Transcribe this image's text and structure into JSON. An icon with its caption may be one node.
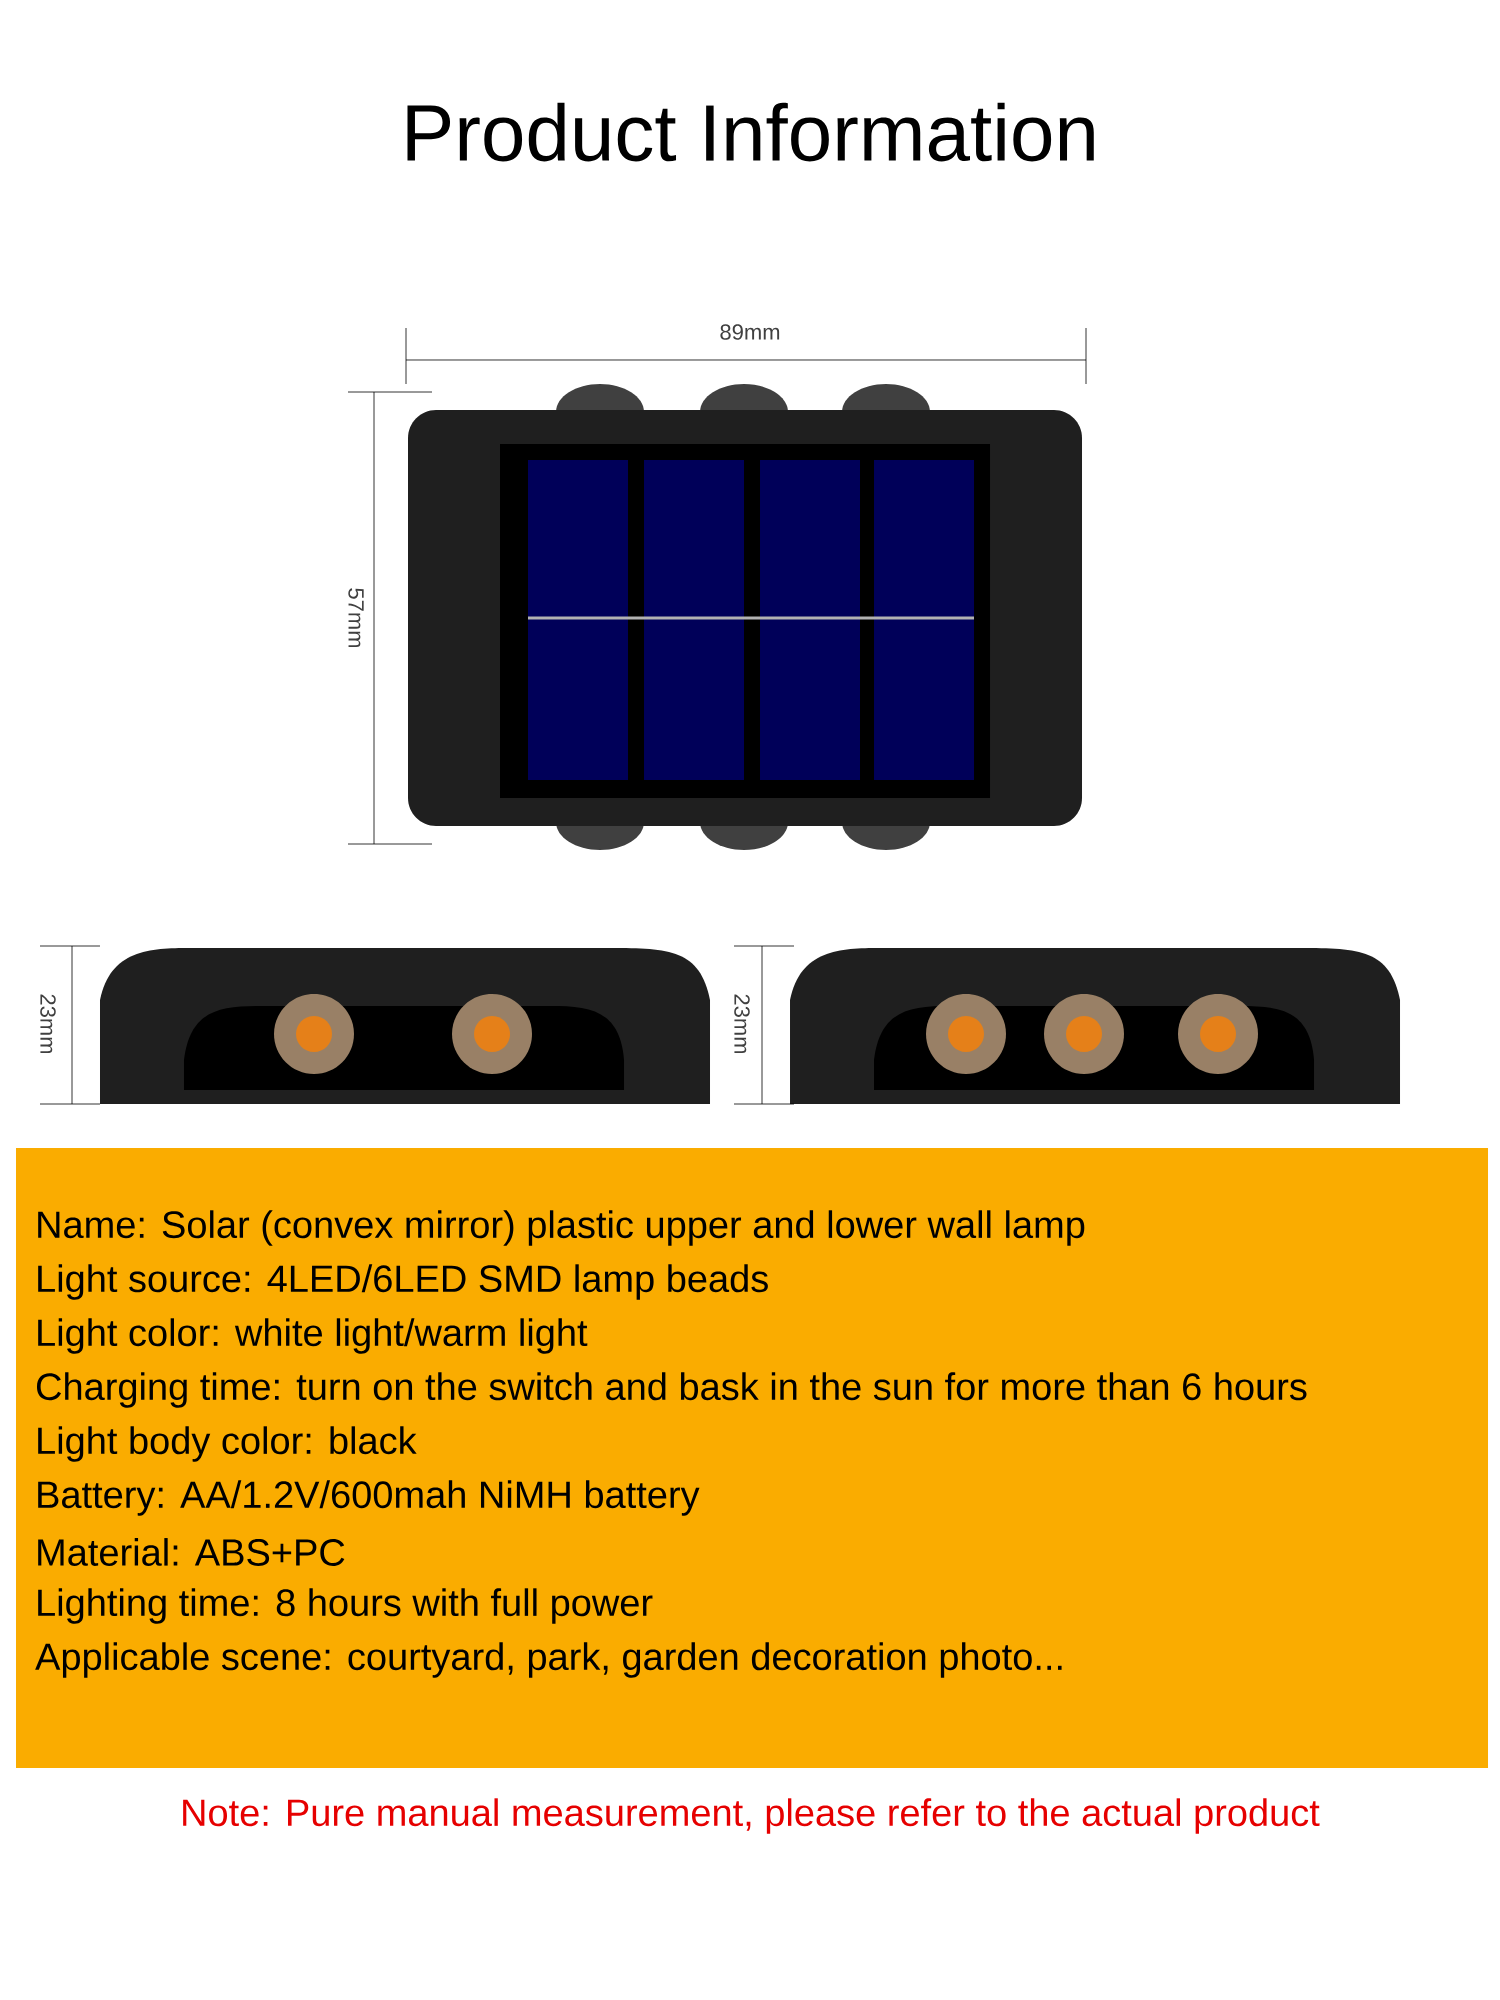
{
  "diagram": {
    "title": "Product Information",
    "nodes": [
      {
        "text": [
          "Name: Solar (convex mirror) plastic upper and lower wall lamp",
          "Light source: 4LED/6LED SMD lamp beads",
          "Light color: white light/warm light",
          "Charging time: turn on the switch and bask in the sun for more than 6 hours",
          "Light body color: black",
          "Battery: AA/1.2V/600mah NiMH battery",
          "Material: ABS+PC",
          "Lighting time: 8 hours with full power",
          "Applicable scene: courtyard, park, garden decoration photo..."
        ]
      }
    ],
    "labels": [
      "89mm",
      "57mm",
      "23mm",
      "23mm",
      "Note: Pure manual measurement, please refer to the actual product"
    ]
  }
}
